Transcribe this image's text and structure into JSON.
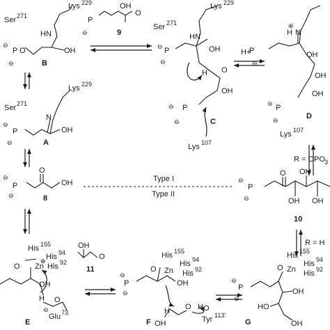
{
  "compound_labels": {
    "A": "A",
    "B": "B",
    "C": "C",
    "D": "D",
    "E": "E",
    "F": "F",
    "G": "G",
    "c8": "8",
    "c9": "9",
    "c10": "10",
    "c11": "11"
  },
  "residues": {
    "lys229_b": "Lys",
    "lys229_c": "Lys",
    "lys229_a": "Lys",
    "ser271_b": "Ser",
    "ser271_c": "Ser",
    "ser271_a": "Ser",
    "lys107_c": "Lys",
    "lys107_d": "Lys",
    "his155_e": "His",
    "his94_e": "His",
    "his92_e": "His",
    "his155_f": "His",
    "his94_f": "His",
    "his92_f": "His",
    "his155_g": "His",
    "his94_g": "His",
    "his92_g": "His",
    "glu73": "Glu",
    "tyr113": "Tyr"
  },
  "superscripts": {
    "n229": "229",
    "n271": "271",
    "n107": "107",
    "n155": "155",
    "n94": "94",
    "n92": "92",
    "n73": "73",
    "n113": "113'"
  },
  "atoms": {
    "O": "O",
    "OH": "OH",
    "HO": "HO",
    "N": "N",
    "HN": "HN",
    "H": "H",
    "P": "P",
    "Zn": "Zn",
    "plus": "⊕",
    "minus": "⊖"
  },
  "reaction_labels": {
    "h_plus": "H+",
    "type1": "Type I",
    "type2": "Type II",
    "r_opo3": "R = OPO",
    "r_opo3_sub": "3",
    "r_h": "R = H"
  }
}
